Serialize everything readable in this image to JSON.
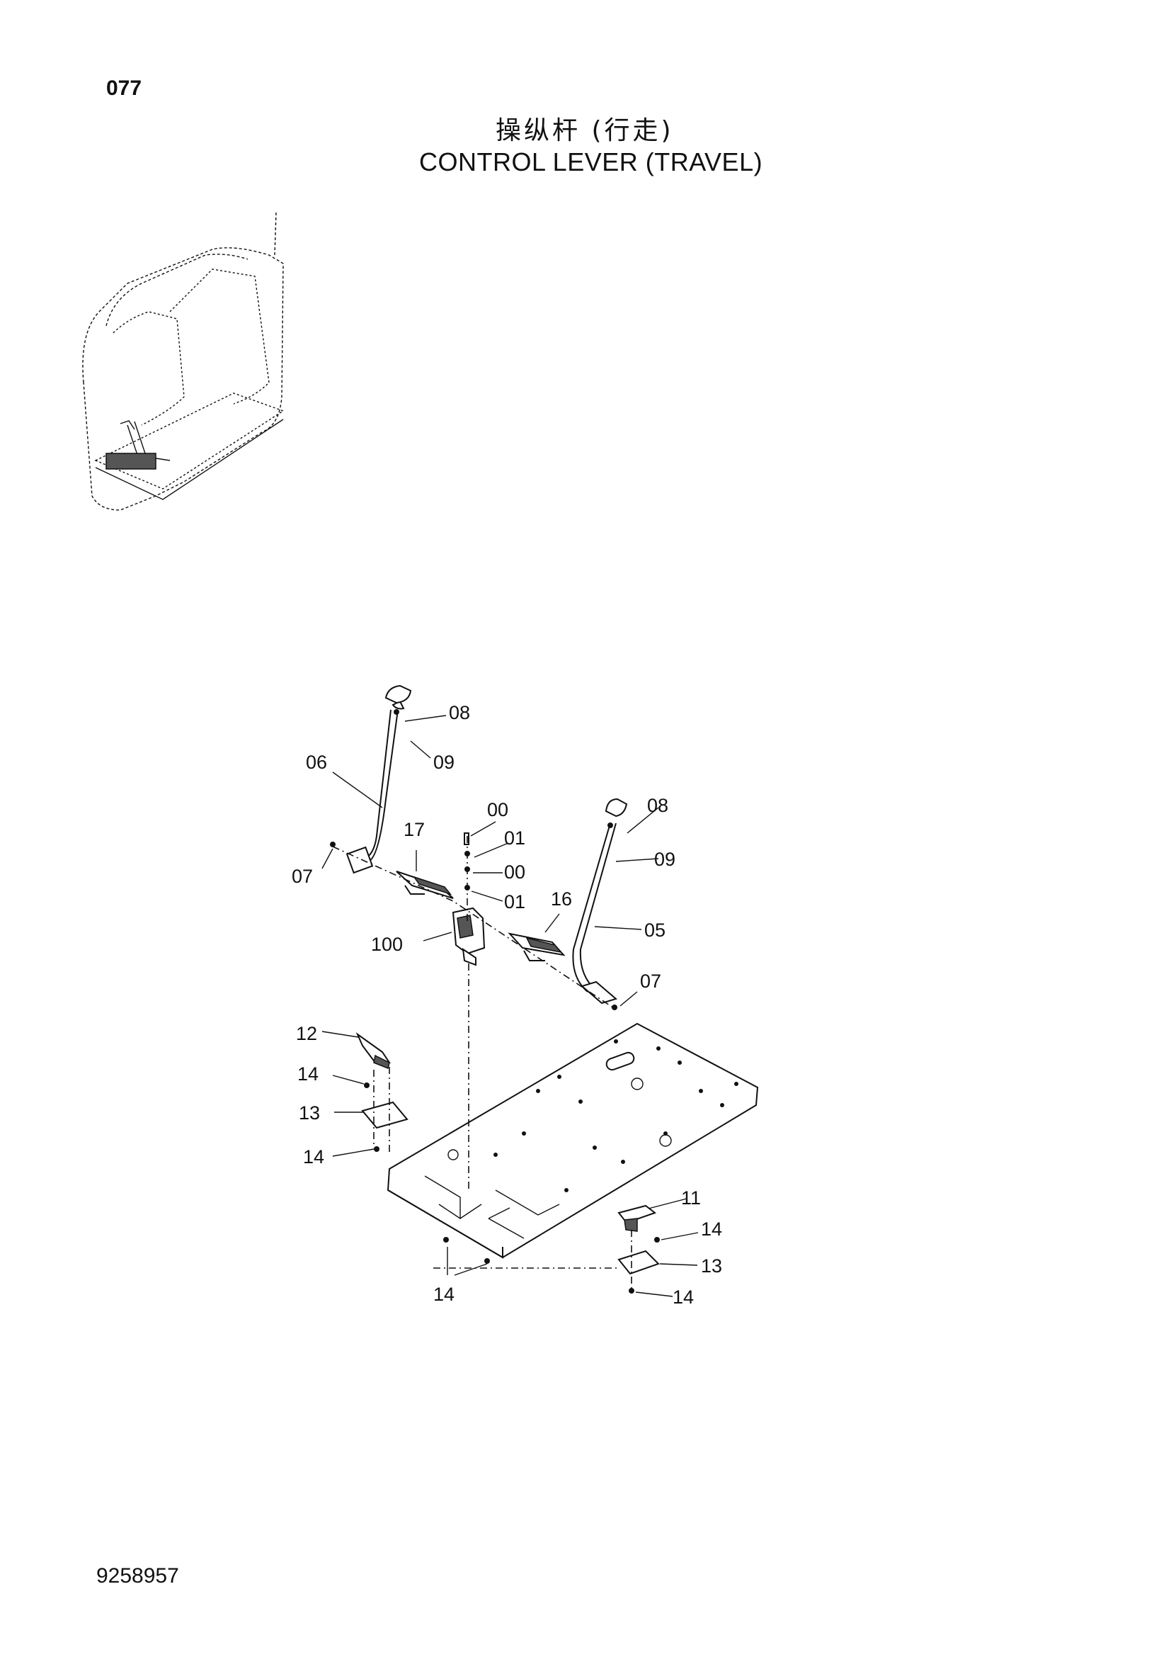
{
  "page_number": "077",
  "title_cn": "操纵杆 (行走)",
  "title_en": "CONTROL LEVER (TRAVEL)",
  "doc_code": "9258957",
  "callouts": [
    "08",
    "09",
    "06",
    "17",
    "00",
    "01",
    "00",
    "01",
    "07",
    "16",
    "08",
    "09",
    "05",
    "100",
    "07",
    "12",
    "14",
    "13",
    "14",
    "11",
    "14",
    "13",
    "14",
    "14"
  ]
}
